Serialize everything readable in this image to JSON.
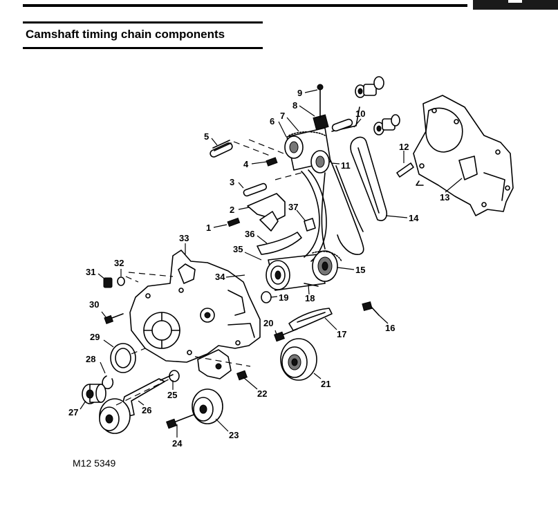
{
  "title": "Camshaft timing chain components",
  "figure_ref": "M12 5349",
  "callouts": [
    "1",
    "2",
    "3",
    "4",
    "5",
    "6",
    "7",
    "8",
    "9",
    "10",
    "11",
    "12",
    "13",
    "14",
    "15",
    "16",
    "17",
    "18",
    "19",
    "20",
    "21",
    "22",
    "23",
    "24",
    "25",
    "26",
    "27",
    "28",
    "29",
    "30",
    "31",
    "32",
    "33",
    "34",
    "35",
    "36",
    "37"
  ]
}
